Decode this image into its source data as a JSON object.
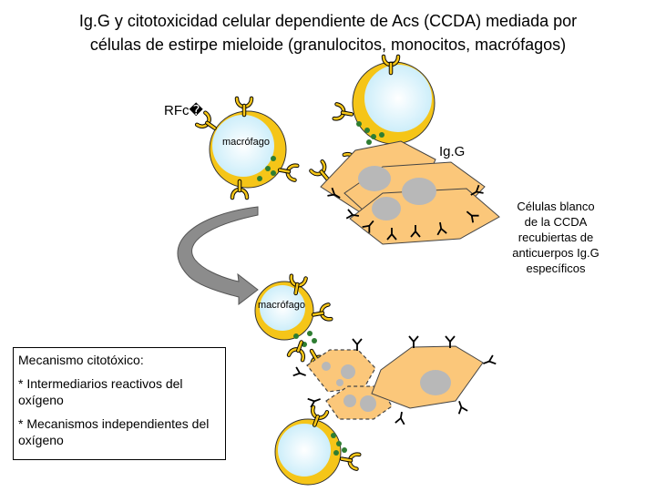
{
  "title_line1": "Ig.G y citotoxicidad celular dependiente de Acs (CCDA) mediada por",
  "title_line2": "células de estirpe mieloide (granulocitos, monocitos, macrófagos)",
  "labels": {
    "receptor": "RFc�",
    "macrophage_top": "macrófago",
    "macrophage_bottom": "macrófago",
    "igg": "Ig.G",
    "target_cells": [
      "Células blanco",
      "de la CCDA",
      "recubiertas de",
      "anticuerpos Ig.G",
      "específicos"
    ]
  },
  "mechanism_box": {
    "heading": "Mecanismo citotóxico:",
    "item1": "* Intermediarios reactivos del oxígeno",
    "item2": "* Mecanismos independientes del oxígeno"
  },
  "colors": {
    "cell_rim": "#f5c518",
    "cell_body": "#cdeefa",
    "granule": "#2e7d32",
    "target_cell": "#fbc77a",
    "nucleus": "#b8b8b8",
    "arrow": "#8c8c8c"
  }
}
